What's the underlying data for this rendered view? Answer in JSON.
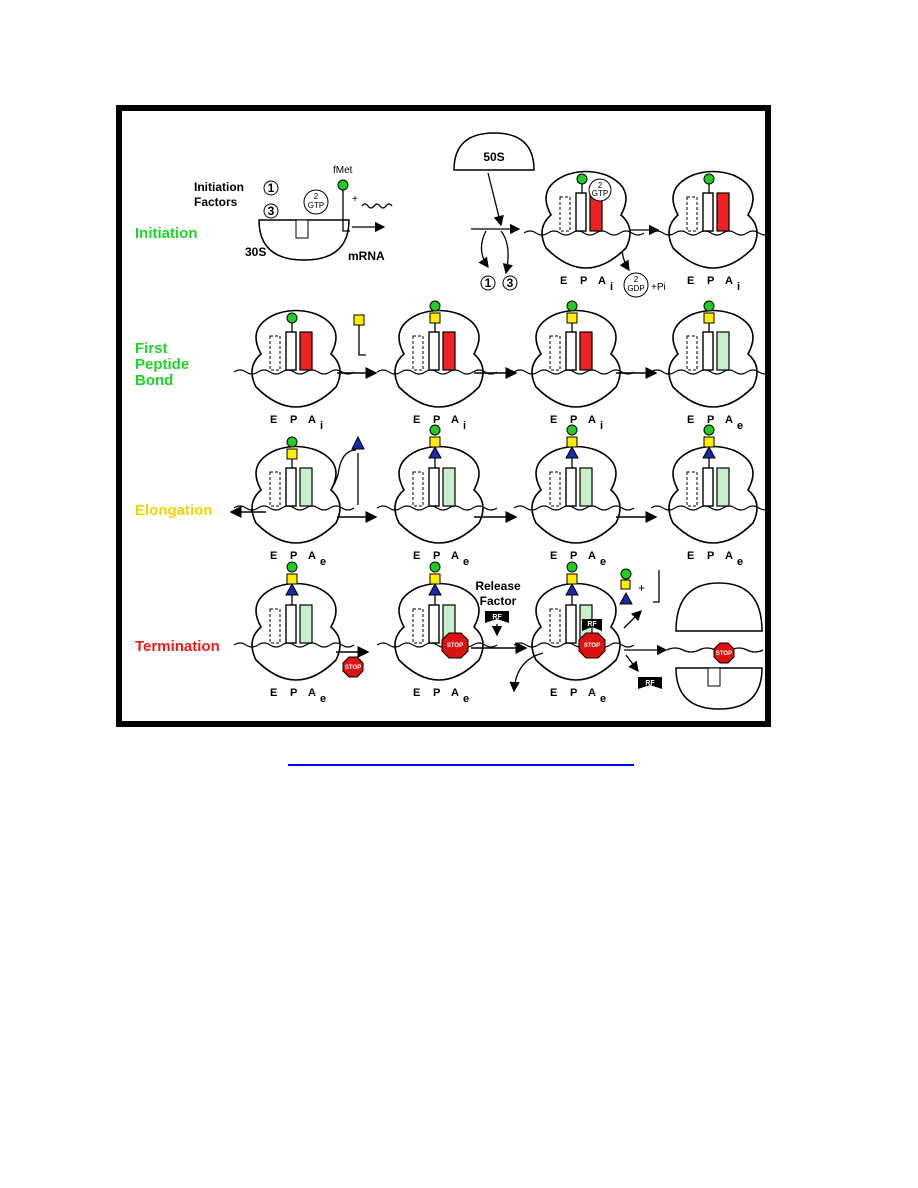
{
  "stages": [
    {
      "id": "initiation",
      "label": [
        "Initiation"
      ],
      "color": "#1fd12b"
    },
    {
      "id": "first-peptide-bond",
      "label": [
        "First",
        "Peptide",
        "Bond"
      ],
      "color": "#1fd12b"
    },
    {
      "id": "elongation",
      "label": [
        "Elongation"
      ],
      "color": "#ffe40a"
    },
    {
      "id": "termination",
      "label": [
        "Termination"
      ],
      "color": "#ee1b1b"
    }
  ],
  "labels": {
    "initiation_factors": [
      "Initiation",
      "Factors"
    ],
    "fmet": "fMet",
    "mrna": "mRNA",
    "small_subunit": "30S",
    "large_subunit": "50S",
    "gtp": "GTP",
    "gdp": "GDP",
    "gtp_count": "2",
    "pi": "+Pi",
    "factor_1": "1",
    "factor_3": "3",
    "plus": "+",
    "release_factor": [
      "Release",
      "Factor"
    ],
    "rf": "RF",
    "stop": "STOP"
  },
  "site_rows": [
    {
      "sites": [
        "E",
        "P",
        "A"
      ],
      "suffix": "i"
    },
    {
      "sites": [
        "E",
        "P",
        "A"
      ],
      "suffix": "i"
    },
    {
      "sites": [
        "E",
        "P",
        "A"
      ],
      "suffix": "i"
    },
    {
      "sites": [
        "E",
        "P",
        "A"
      ],
      "suffix": "i"
    },
    {
      "sites": [
        "E",
        "P",
        "A"
      ],
      "suffix": "i"
    },
    {
      "sites": [
        "E",
        "P",
        "A"
      ],
      "suffix": "e"
    },
    {
      "sites": [
        "E",
        "P",
        "A"
      ],
      "suffix": "e"
    },
    {
      "sites": [
        "E",
        "P",
        "A"
      ],
      "suffix": "e"
    },
    {
      "sites": [
        "E",
        "P",
        "A"
      ],
      "suffix": "e"
    },
    {
      "sites": [
        "E",
        "P",
        "A"
      ],
      "suffix": "e"
    },
    {
      "sites": [
        "E",
        "P",
        "A"
      ],
      "suffix": "e"
    },
    {
      "sites": [
        "E",
        "P",
        "A"
      ],
      "suffix": "e"
    },
    {
      "sites": [
        "E",
        "P",
        "A"
      ],
      "suffix": "e"
    }
  ],
  "colors": {
    "border": "#000000",
    "aminoacid_green": "#22cc22",
    "aminoacid_yellow": "#ffee00",
    "aminoacid_blue": "#1a2aa8",
    "site_red": "#ee2222",
    "site_green": "#c8f0c8",
    "stop_red": "#dd1111",
    "link": "#0000ee"
  }
}
